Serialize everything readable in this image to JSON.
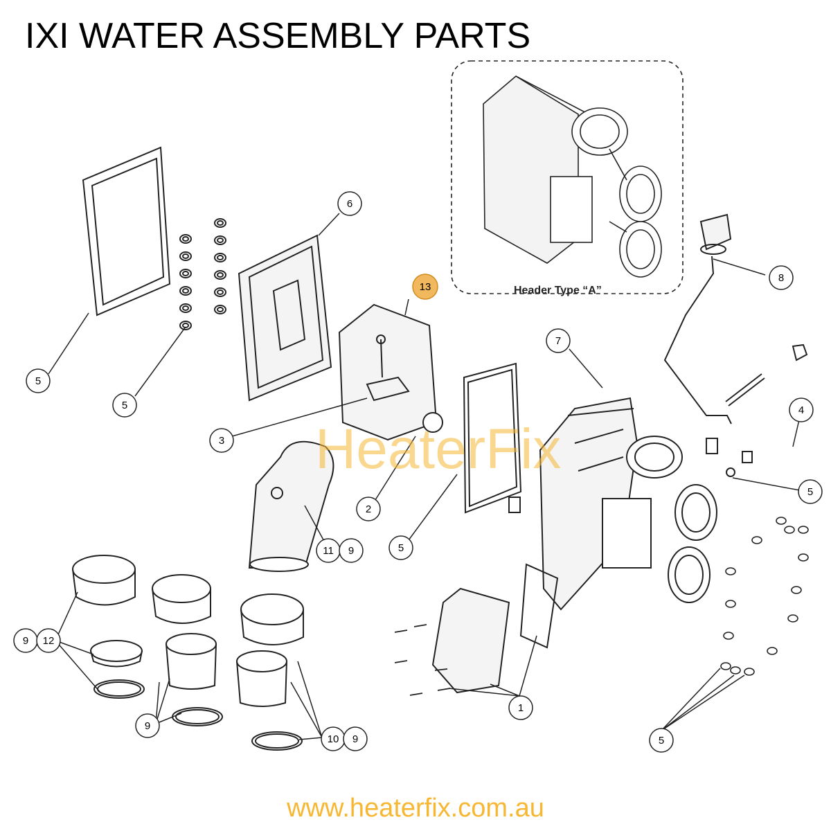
{
  "title": "IXI WATER ASSEMBLY PARTS",
  "inset_label": "Header Type “A”",
  "watermark": "HeaterFix",
  "website": "www.heaterfix.com.au",
  "colors": {
    "accent": "#f7b733",
    "highlight": "#f2b85e",
    "line": "#222222"
  },
  "callouts": [
    {
      "id": "c6",
      "label": "6"
    },
    {
      "id": "c13",
      "label": "13",
      "highlighted": true
    },
    {
      "id": "c8",
      "label": "8"
    },
    {
      "id": "c7",
      "label": "7"
    },
    {
      "id": "c4",
      "label": "4"
    },
    {
      "id": "c5a",
      "label": "5"
    },
    {
      "id": "c5b",
      "label": "5"
    },
    {
      "id": "c3",
      "label": "3"
    },
    {
      "id": "c2",
      "label": "2"
    },
    {
      "id": "c5c",
      "label": "5"
    },
    {
      "id": "c11",
      "label": "11"
    },
    {
      "id": "c9a",
      "label": "9"
    },
    {
      "id": "c5d",
      "label": "5"
    },
    {
      "id": "c9b",
      "label": "9"
    },
    {
      "id": "c12",
      "label": "12"
    },
    {
      "id": "c9c",
      "label": "9"
    },
    {
      "id": "c10",
      "label": "10"
    },
    {
      "id": "c9d",
      "label": "9"
    },
    {
      "id": "c1",
      "label": "1"
    },
    {
      "id": "c5e",
      "label": "5"
    }
  ]
}
